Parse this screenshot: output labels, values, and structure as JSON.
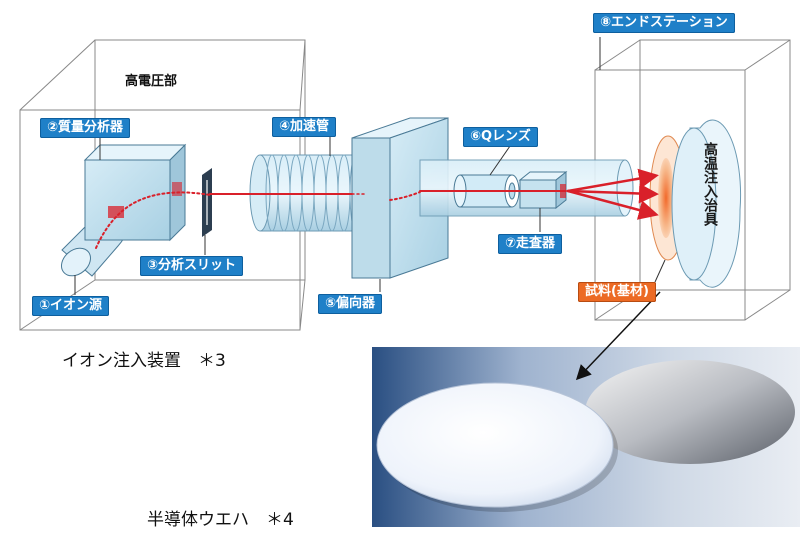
{
  "labels": {
    "high_voltage": "高電圧部",
    "mass_analyzer": "②質量分析器",
    "accelerator": "④加速管",
    "q_lens": "⑥Qレンズ",
    "end_station": "⑧エンドステーション",
    "analyzer_slit": "③分析スリット",
    "ion_source": "①イオン源",
    "deflector": "⑤偏向器",
    "scanner": "⑦走査器",
    "sample": "試料(基材)",
    "heating_jig": "高温注入治具"
  },
  "captions": {
    "implanter": "イオン注入装置　＊3",
    "wafer": "半導体ウエハ　＊4"
  },
  "colors": {
    "tag_blue": "#1f80c8",
    "tag_orange": "#ec6a24",
    "beam_red": "#d9202a"
  }
}
